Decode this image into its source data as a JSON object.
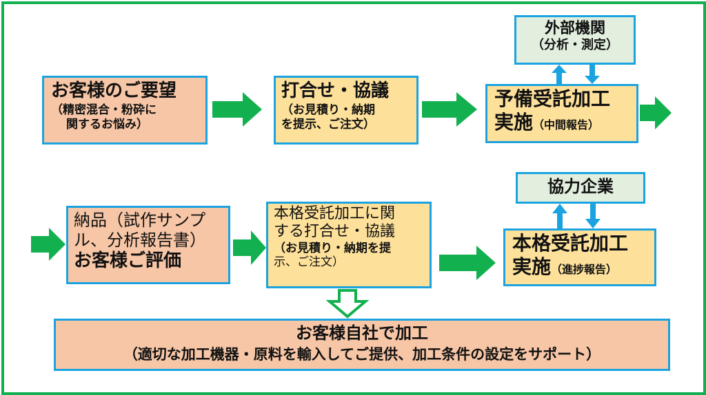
{
  "colors": {
    "frame": "#12b04e",
    "box_border": "#1aa3e0",
    "peach": "#f7c6a6",
    "yellow": "#fde09a",
    "mint": "#e2efdf",
    "flow_arrow": "#12b04e",
    "feedback_arrow": "#1aa3e0"
  },
  "steps": {
    "request": {
      "title": "お客様のご要望",
      "line1": "（精密混合・粉砕に",
      "line2": "関するお悩み）"
    },
    "meeting": {
      "title": "打合せ・協議",
      "line1": "（お見積り・納期",
      "line2": "を提示、ご注文）"
    },
    "trial": {
      "title_line1": "予備受託加工",
      "title_line2": "実施",
      "note": "（中間報告）"
    },
    "external": {
      "title": "外部機関",
      "sub": "（分析・測定）"
    },
    "delivery": {
      "line1": "納品（試作サンプ",
      "line2": "ル、分析報告書）",
      "line3": "お客様ご評価"
    },
    "full_meeting": {
      "line1": "本格受託加工に関",
      "line2": "する打合せ・協議",
      "line3": "（お見積り・納期を提",
      "line4": "示、ご注文）"
    },
    "partner": {
      "title": "協力企業"
    },
    "full_process": {
      "title_line1": "本格受託加工",
      "title_line2": "実施",
      "note": "（進捗報告）"
    },
    "in_house": {
      "title": "お客様自社で加工",
      "sub": "（適切な加工機器・原料を輸入してご提供、加工条件の設定をサポート）"
    }
  }
}
